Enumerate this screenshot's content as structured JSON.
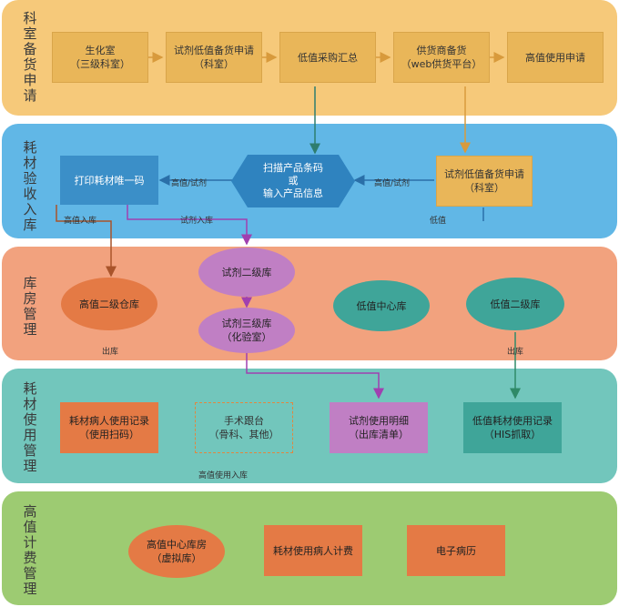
{
  "lanes": [
    {
      "title": "科室备货申请",
      "color": "#f6c97a"
    },
    {
      "title": "耗材验收入库",
      "color": "#61b7e6"
    },
    {
      "title": "库房管理",
      "color": "#f2a27e"
    },
    {
      "title": "耗材使用管理",
      "color": "#72c6bc"
    },
    {
      "title": "高值计费管理",
      "color": "#9dcb72"
    }
  ],
  "nodes": {
    "biochem_room": "生化室\n（三级科室）",
    "reagent_request_dept": "试剂低值备货申请\n（科室）",
    "low_value_purchase": "低值采购汇总",
    "supplier_stock": "供货商备货\n（web供货平台）",
    "high_value_request": "高值使用申请",
    "print_code": "打印耗材唯一码",
    "scan_barcode": "扫描产品条码\n或\n输入产品信息",
    "reagent_request_dept2": "试剂低值备货申请\n（科室）",
    "high_value_l2": "高值二级仓库",
    "reagent_l2": "试剂二级库",
    "reagent_l3": "试剂三级库\n（化验室）",
    "low_value_center": "低值中心库",
    "low_value_l2": "低值二级库",
    "patient_record": "耗材病人使用记录\n（使用扫码）",
    "surgery": "手术跟台\n（骨科、其他）",
    "reagent_detail": "试剂使用明细\n（出库清单）",
    "low_value_record": "低值耗材使用记录\n（HIS抓取）",
    "high_value_virtual": "高值中心库房\n（虚拟库）",
    "patient_billing": "耗材使用病人计费",
    "emr": "电子病历"
  },
  "labels": {
    "hv_reagent_1": "高值/试剂",
    "hv_reagent_2": "高值/试剂",
    "hv_in": "高值入库",
    "reagent_in": "试剂入库",
    "low_value": "低值",
    "out_1": "出库",
    "out_2": "出库",
    "hv_use_in": "高值使用入库"
  },
  "colors": {
    "arrow_gold": "#d89a3c",
    "arrow_teal": "#2e7d6f",
    "arrow_purple": "#a040b0",
    "arrow_blue": "#2a6fa8",
    "arrow_orange": "#a9542a",
    "arrow_green": "#2f8a68"
  }
}
